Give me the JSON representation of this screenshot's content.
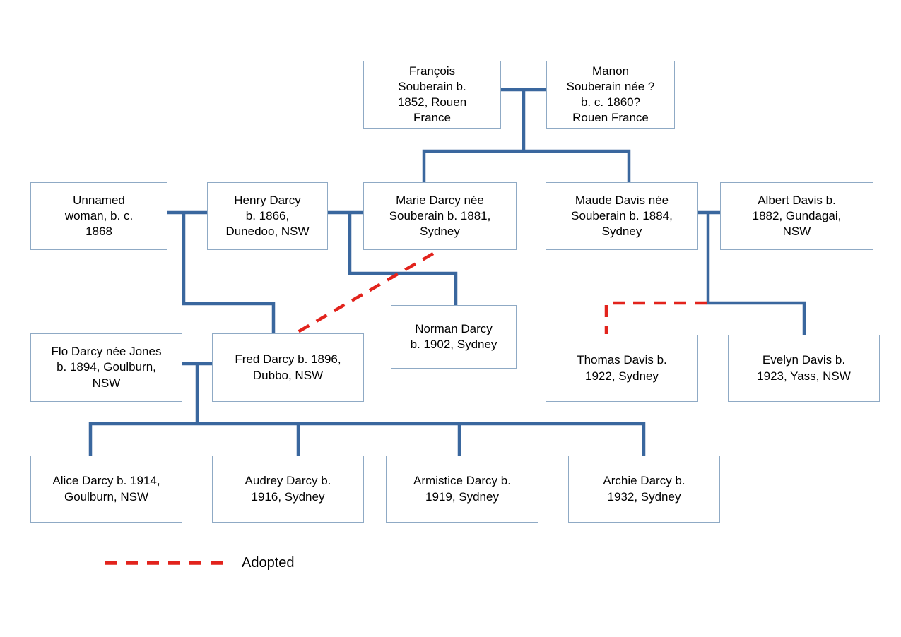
{
  "people": {
    "francois": {
      "label": "François\nSouberain b.\n1852, Rouen\nFrance"
    },
    "manon": {
      "label": "Manon\nSouberain née ?\nb. c. 1860?\nRouen France"
    },
    "unnamed": {
      "label": "Unnamed\nwoman, b. c.\n1868"
    },
    "henry": {
      "label": "Henry Darcy\nb. 1866,\nDunedoo, NSW"
    },
    "marie": {
      "label": "Marie Darcy née\nSouberain b. 1881,\nSydney"
    },
    "maude": {
      "label": "Maude Davis née\nSouberain b. 1884,\nSydney"
    },
    "albert": {
      "label": "Albert Davis b.\n1882, Gundagai,\nNSW"
    },
    "flo": {
      "label": "Flo Darcy née Jones\nb. 1894, Goulburn,\nNSW"
    },
    "fred": {
      "label": "Fred Darcy b. 1896,\nDubbo, NSW"
    },
    "norman": {
      "label": "Norman Darcy\nb. 1902, Sydney"
    },
    "thomas": {
      "label": "Thomas Davis b.\n1922, Sydney"
    },
    "evelyn": {
      "label": "Evelyn Davis b.\n1923, Yass, NSW"
    },
    "alice": {
      "label": "Alice Darcy b. 1914,\nGoulburn, NSW"
    },
    "audrey": {
      "label": "Audrey Darcy b.\n1916, Sydney"
    },
    "armistice": {
      "label": "Armistice Darcy b.\n1919, Sydney"
    },
    "archie": {
      "label": "Archie Darcy b.\n1932, Sydney"
    }
  },
  "legend": {
    "adopted_label": "Adopted"
  },
  "colors": {
    "connector_line": "#3a679e",
    "adopted_line": "#e2231c",
    "box_border": "#8faac5",
    "text_color": "#000000"
  }
}
